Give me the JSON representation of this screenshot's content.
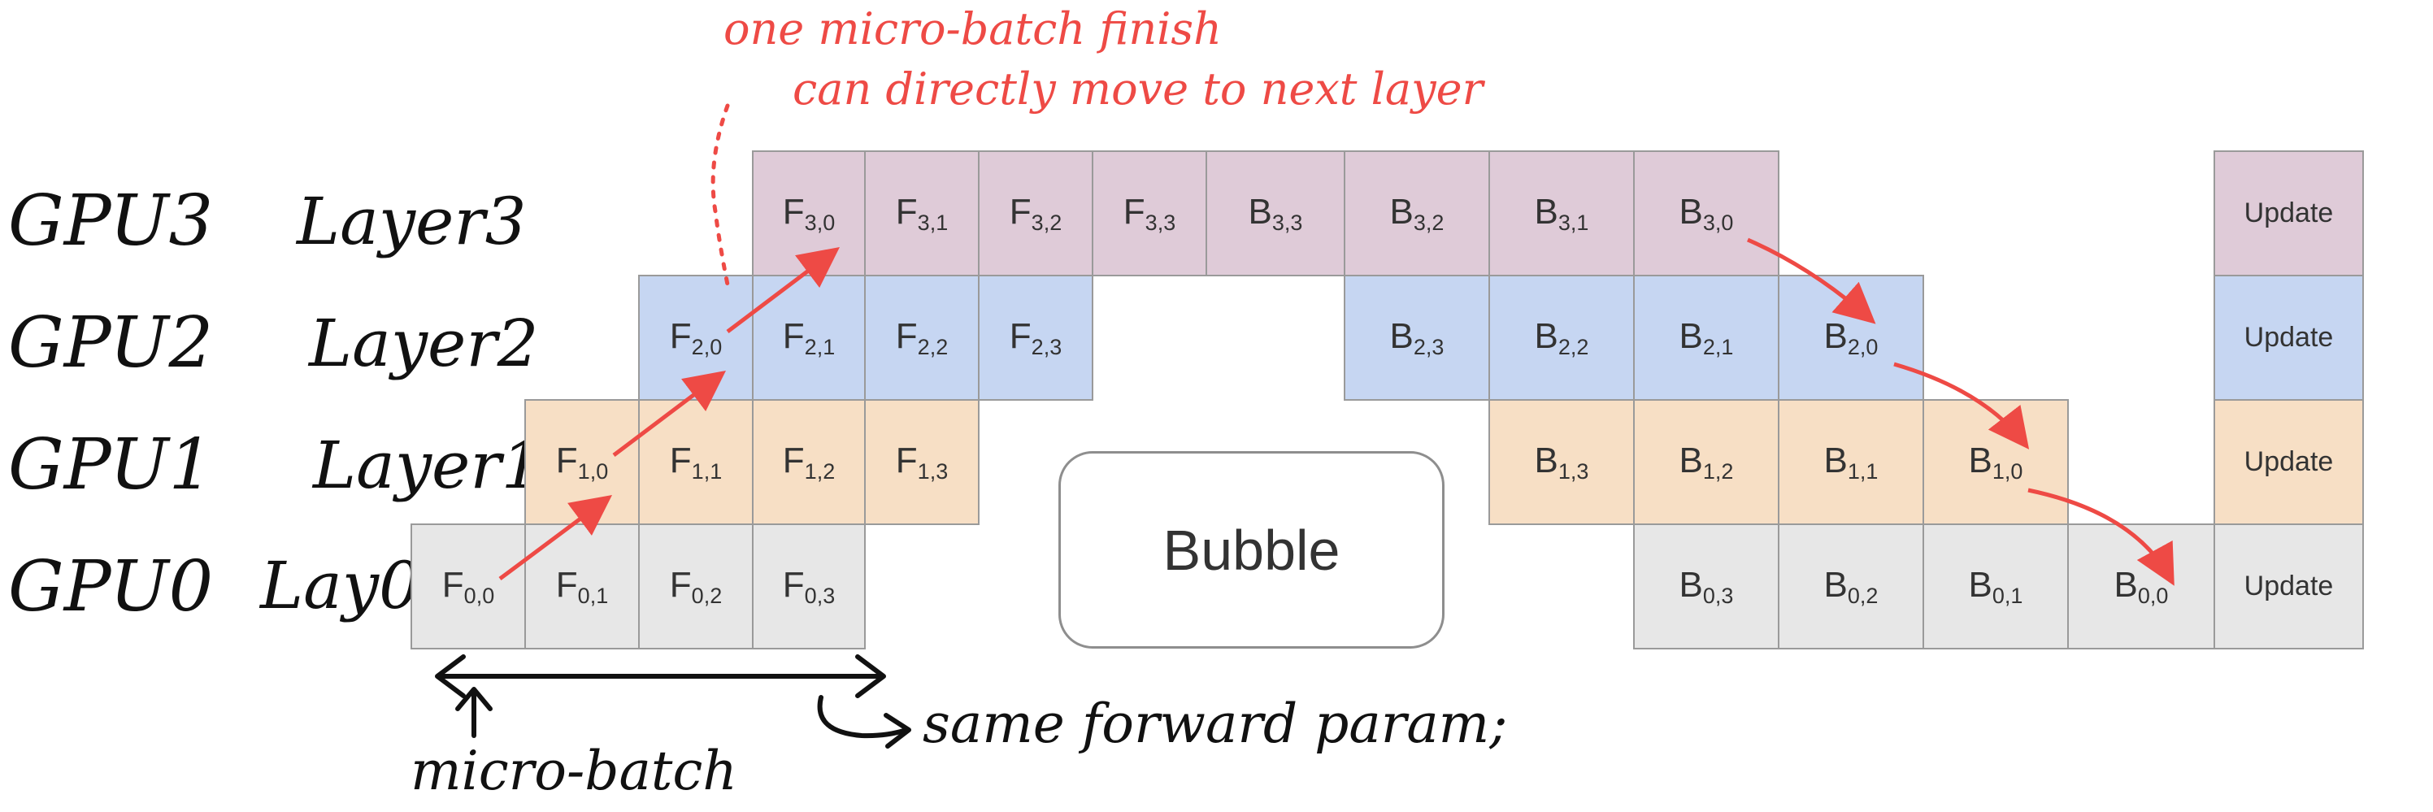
{
  "rows": [
    {
      "gpu": "GPU3",
      "layer": "Layer3",
      "color": "#dfcbd8"
    },
    {
      "gpu": "GPU2",
      "layer": "Layer2",
      "color": "#c6d6f2"
    },
    {
      "gpu": "GPU1",
      "layer": "Layer1",
      "color": "#f7dfc5"
    },
    {
      "gpu": "GPU0",
      "layer": "Lay0",
      "color": "#e7e7e7"
    }
  ],
  "cells": {
    "gpu3": [
      {
        "prefix": "F",
        "sub": "3,0"
      },
      {
        "prefix": "F",
        "sub": "3,1"
      },
      {
        "prefix": "F",
        "sub": "3,2"
      },
      {
        "prefix": "F",
        "sub": "3,3"
      },
      {
        "prefix": "B",
        "sub": "3,3"
      },
      {
        "prefix": "B",
        "sub": "3,2"
      },
      {
        "prefix": "B",
        "sub": "3,1"
      },
      {
        "prefix": "B",
        "sub": "3,0"
      }
    ],
    "gpu2": [
      {
        "prefix": "F",
        "sub": "2,0"
      },
      {
        "prefix": "F",
        "sub": "2,1"
      },
      {
        "prefix": "F",
        "sub": "2,2"
      },
      {
        "prefix": "F",
        "sub": "2,3"
      },
      {
        "prefix": "B",
        "sub": "2,3"
      },
      {
        "prefix": "B",
        "sub": "2,2"
      },
      {
        "prefix": "B",
        "sub": "2,1"
      },
      {
        "prefix": "B",
        "sub": "2,0"
      }
    ],
    "gpu1": [
      {
        "prefix": "F",
        "sub": "1,0"
      },
      {
        "prefix": "F",
        "sub": "1,1"
      },
      {
        "prefix": "F",
        "sub": "1,2"
      },
      {
        "prefix": "F",
        "sub": "1,3"
      },
      {
        "prefix": "B",
        "sub": "1,3"
      },
      {
        "prefix": "B",
        "sub": "1,2"
      },
      {
        "prefix": "B",
        "sub": "1,1"
      },
      {
        "prefix": "B",
        "sub": "1,0"
      }
    ],
    "gpu0": [
      {
        "prefix": "F",
        "sub": "0,0"
      },
      {
        "prefix": "F",
        "sub": "0,1"
      },
      {
        "prefix": "F",
        "sub": "0,2"
      },
      {
        "prefix": "F",
        "sub": "0,3"
      },
      {
        "prefix": "B",
        "sub": "0,3"
      },
      {
        "prefix": "B",
        "sub": "0,2"
      },
      {
        "prefix": "B",
        "sub": "0,1"
      },
      {
        "prefix": "B",
        "sub": "0,0"
      }
    ]
  },
  "update_label": "Update",
  "bubble_label": "Bubble",
  "annotations": {
    "note_line1": "one micro-batch finish",
    "note_line2": "can directly move to next layer",
    "micro_batch": "micro-batch",
    "same_forward": "same forward param;"
  },
  "arrow_color": "#ee4a45"
}
